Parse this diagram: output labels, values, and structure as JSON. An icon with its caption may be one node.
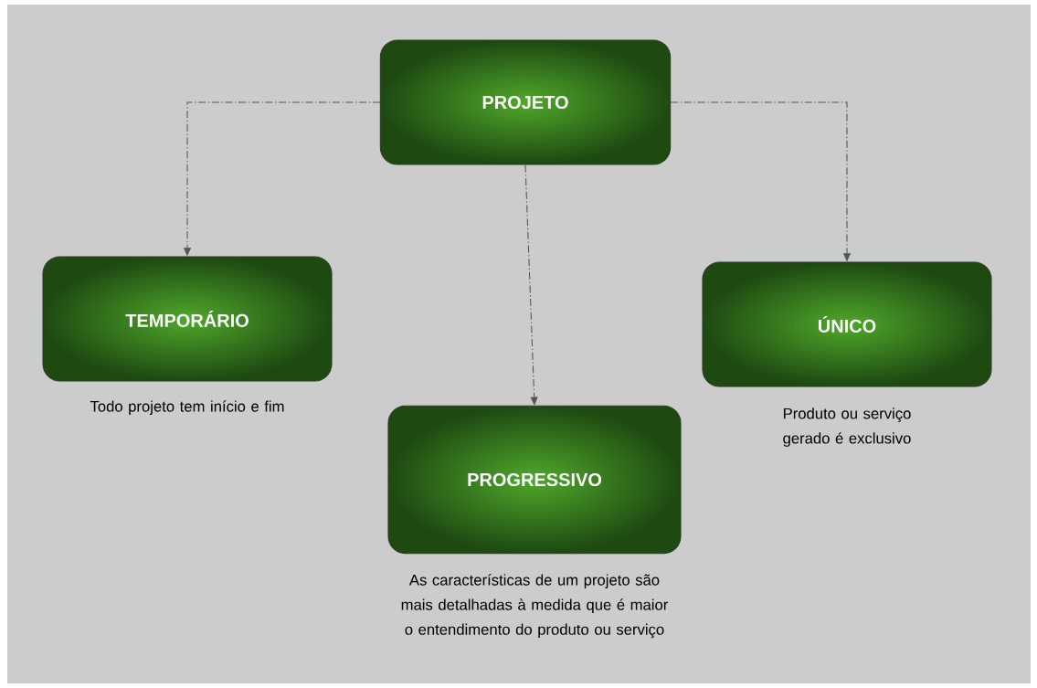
{
  "diagram": {
    "nodes": [
      {
        "text": [
          "PROJETO"
        ]
      },
      {
        "text": [
          "TEMPORÁRIO"
        ],
        "beside": [
          "Todo projeto tem início e fim"
        ]
      },
      {
        "text": [
          "PROGRESSIVO"
        ],
        "beside": [
          "As características de um projeto são mais detalhadas à medida que é maior o entendimento do produto ou serviço"
        ]
      },
      {
        "text": [
          "ÚNICO"
        ],
        "beside": [
          "Produto ou serviço gerado é exclusivo"
        ]
      }
    ],
    "edges": [
      {
        "from": 0,
        "to": 1,
        "arrow": "to"
      },
      {
        "from": 0,
        "to": 2,
        "arrow": "to"
      },
      {
        "from": 0,
        "to": 3,
        "arrow": "to"
      }
    ]
  }
}
